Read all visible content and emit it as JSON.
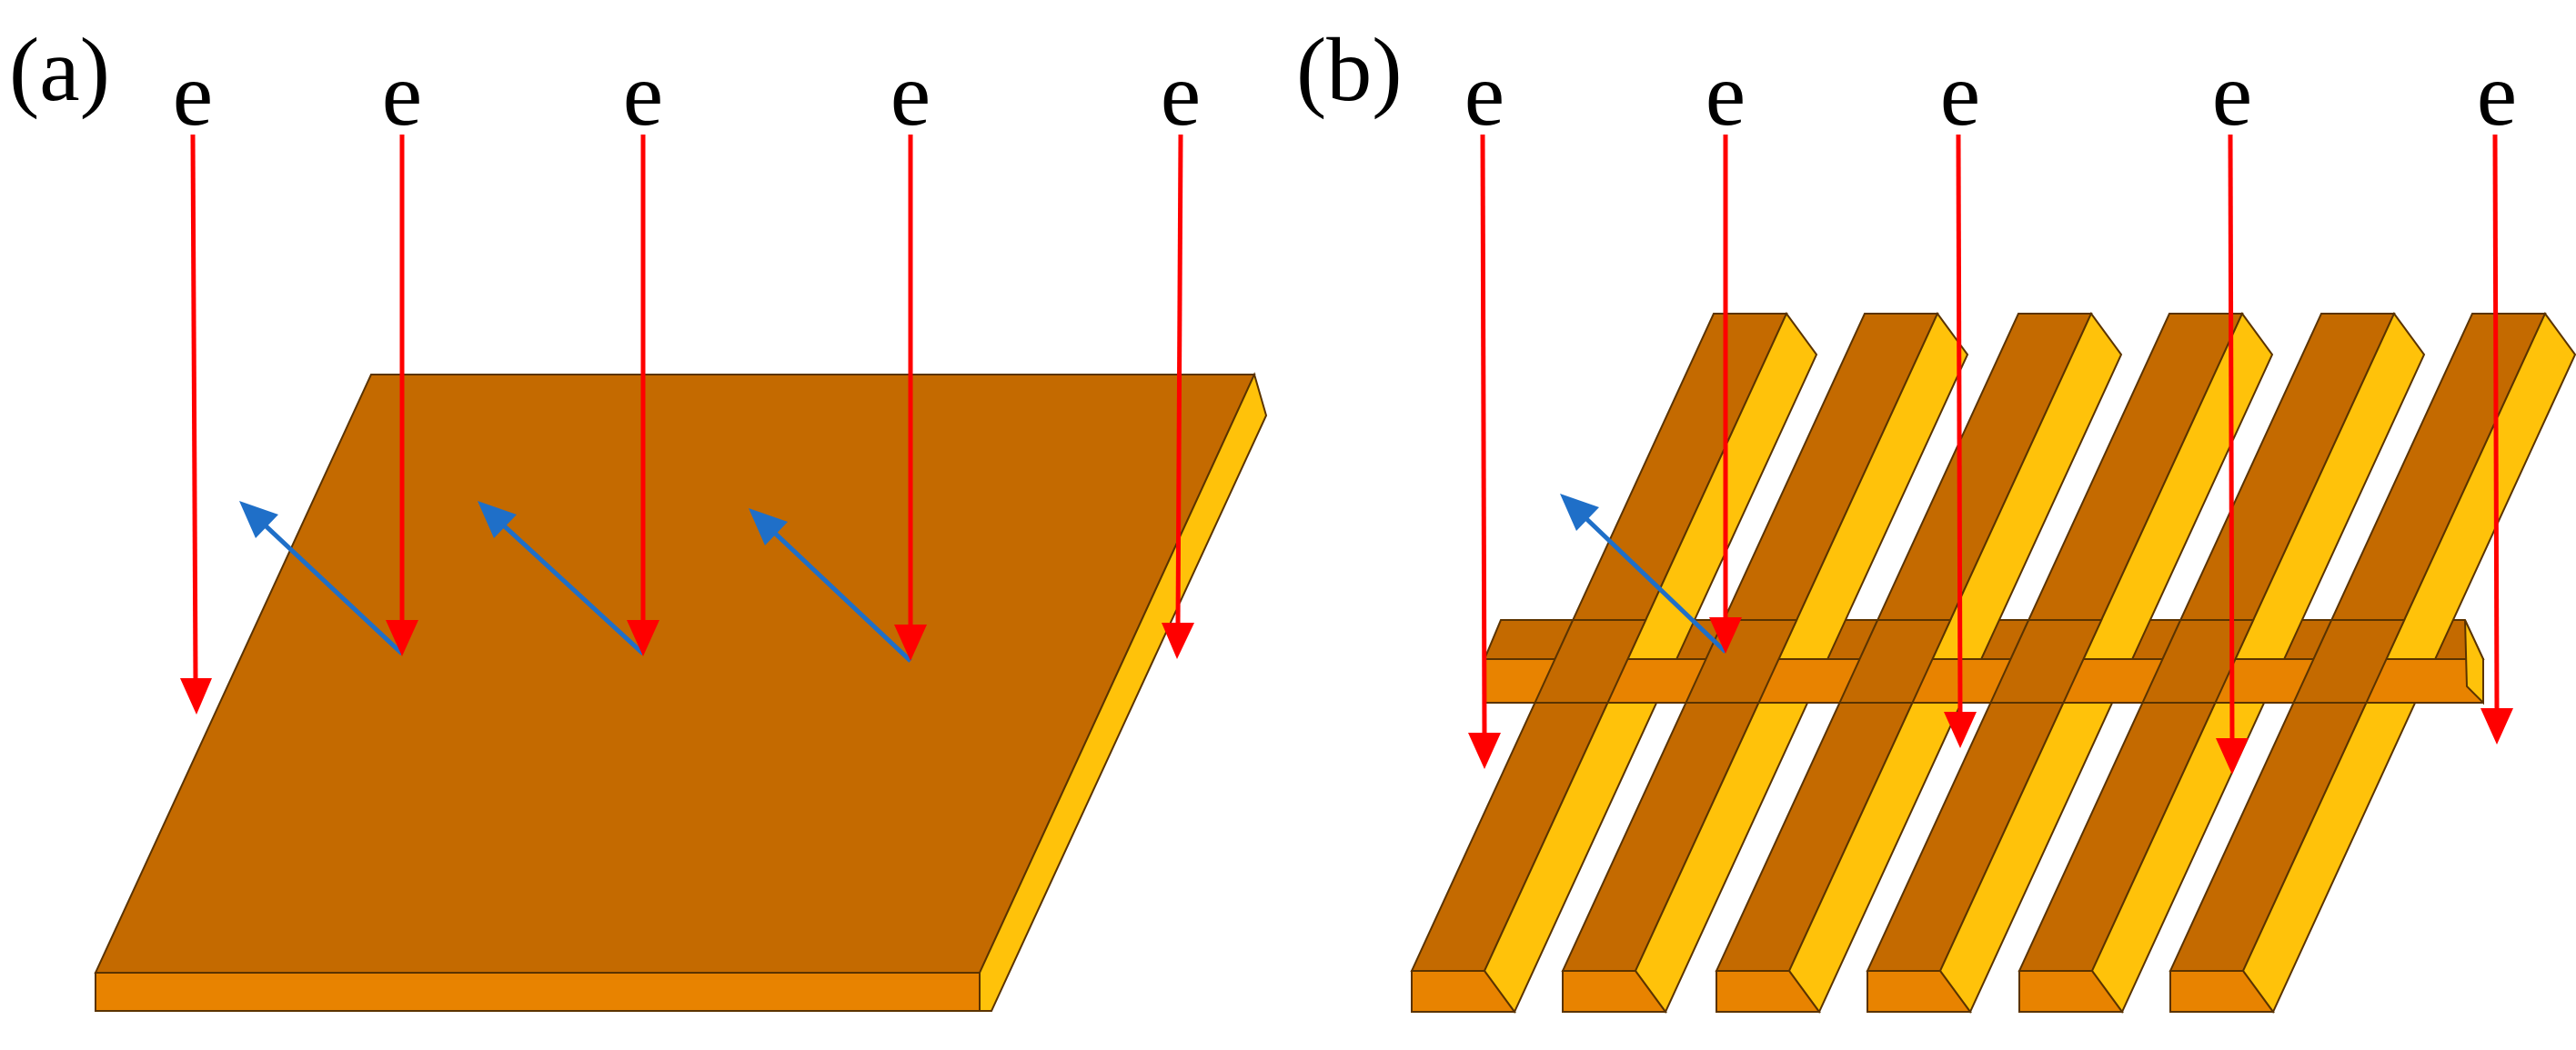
{
  "panels": [
    {
      "id": "a",
      "label": "(a)",
      "electron_labels": [
        "e",
        "e",
        "e",
        "e",
        "e"
      ]
    },
    {
      "id": "b",
      "label": "(b)",
      "electron_labels": [
        "e",
        "e",
        "e",
        "e",
        "e"
      ]
    }
  ],
  "colors": {
    "electron_arrow": "#ff0000",
    "secondary_arrow": "#1f6fc8",
    "metal_top": "#c46a00",
    "metal_front": "#e88300",
    "metal_side": "#ffc20a"
  }
}
